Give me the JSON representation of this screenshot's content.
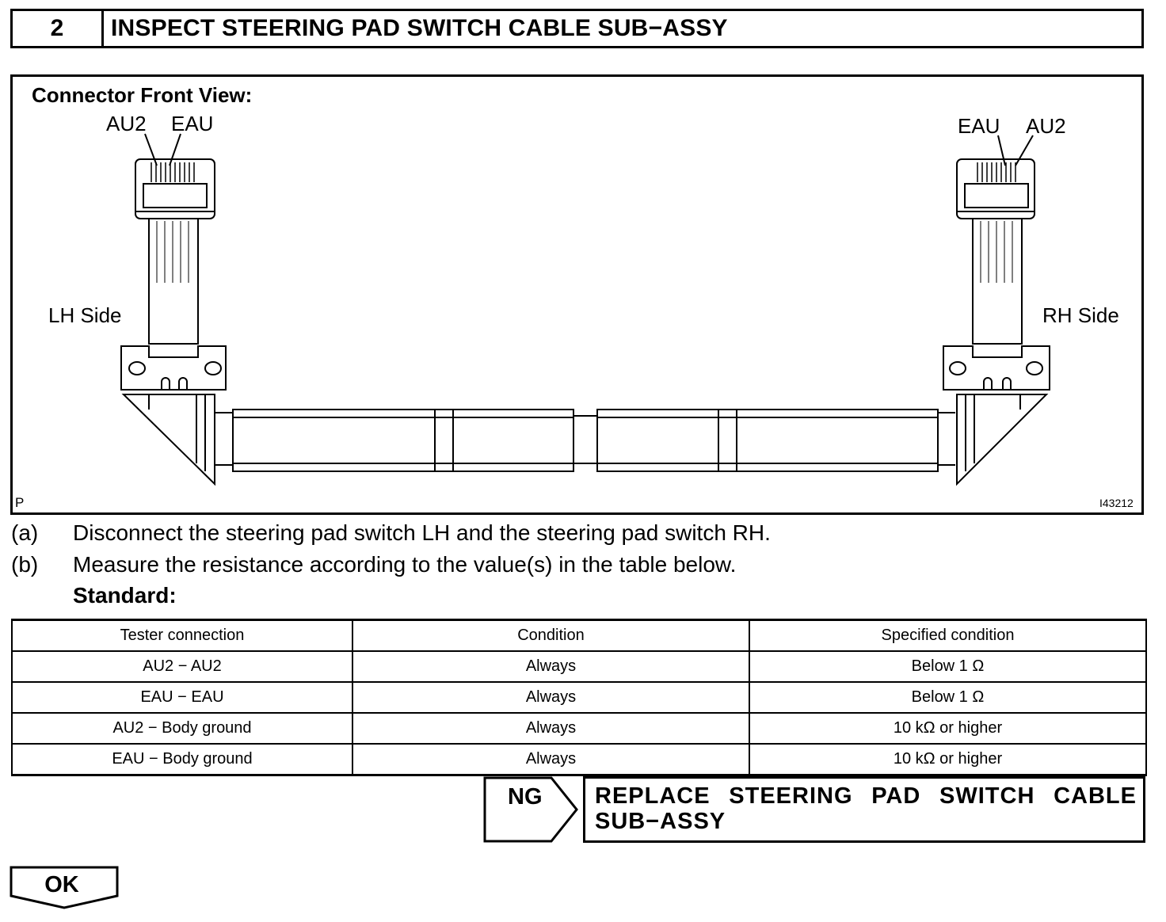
{
  "step": {
    "number": "2",
    "title": "INSPECT STEERING PAD SWITCH CABLE SUB−ASSY"
  },
  "figure": {
    "heading": "Connector Front View:",
    "lh_pin_labels": [
      "AU2",
      "EAU"
    ],
    "rh_pin_labels": [
      "EAU",
      "AU2"
    ],
    "lh_side_label": "LH Side",
    "rh_side_label": "RH Side",
    "corner_letter": "P",
    "figure_code": "I43212"
  },
  "instructions": [
    {
      "letter": "(a)",
      "text": "Disconnect the steering pad switch LH and the steering pad switch RH."
    },
    {
      "letter": "(b)",
      "text": "Measure the resistance according to the value(s) in the table below."
    }
  ],
  "standard_label": "Standard:",
  "table": {
    "headers": [
      "Tester connection",
      "Condition",
      "Specified condition"
    ],
    "rows": [
      [
        "AU2 − AU2",
        "Always",
        "Below 1 Ω"
      ],
      [
        "EAU − EAU",
        "Always",
        "Below 1 Ω"
      ],
      [
        "AU2 − Body ground",
        "Always",
        "10 kΩ or higher"
      ],
      [
        "EAU − Body ground",
        "Always",
        "10 kΩ or higher"
      ]
    ]
  },
  "result": {
    "ng_label": "NG",
    "ng_action": "REPLACE STEERING PAD SWITCH CABLE SUB−ASSY",
    "ok_label": "OK"
  }
}
